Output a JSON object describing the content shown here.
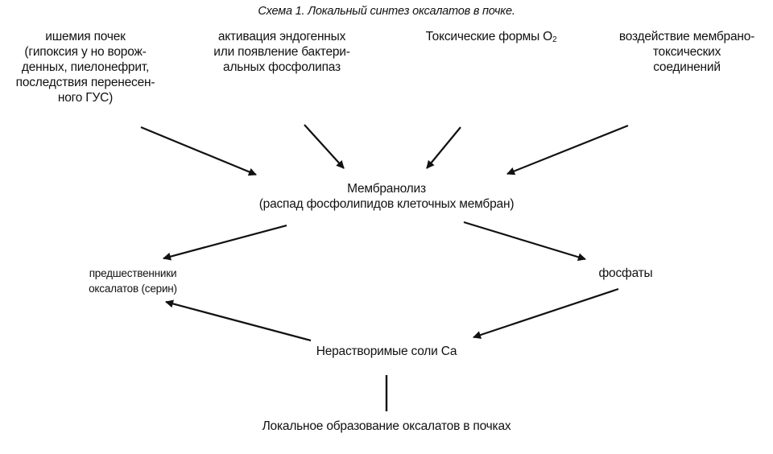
{
  "title": "Схема 1. Локальный синтез оксалатов в почке.",
  "sources": {
    "ischemia": [
      "ишемия почек",
      "(гипоксия у но ворож-",
      "денных, пиелонефрит,",
      "последствия перенесен-",
      "ного ГУС)"
    ],
    "phospholipase": [
      "активация эндогенных",
      "или появление бактери-",
      "альных фосфолипаз"
    ],
    "oxygen": {
      "text": "Токсические формы О",
      "subscript": "2"
    },
    "membranotoxic": [
      "воздействие мембрано-",
      "токсических",
      "соединений"
    ]
  },
  "membranolysis": [
    "Мембранолиз",
    "(распад фосфолипидов клеточных мембран)"
  ],
  "precursors": [
    "предшественники",
    "оксалатов (серин)"
  ],
  "phosphates": "фосфаты",
  "insoluble_salts": "Нерастворимые соли Са",
  "result": "Локальное образование оксалатов в почках",
  "colors": {
    "ink": "#111111",
    "background": "#ffffff"
  }
}
